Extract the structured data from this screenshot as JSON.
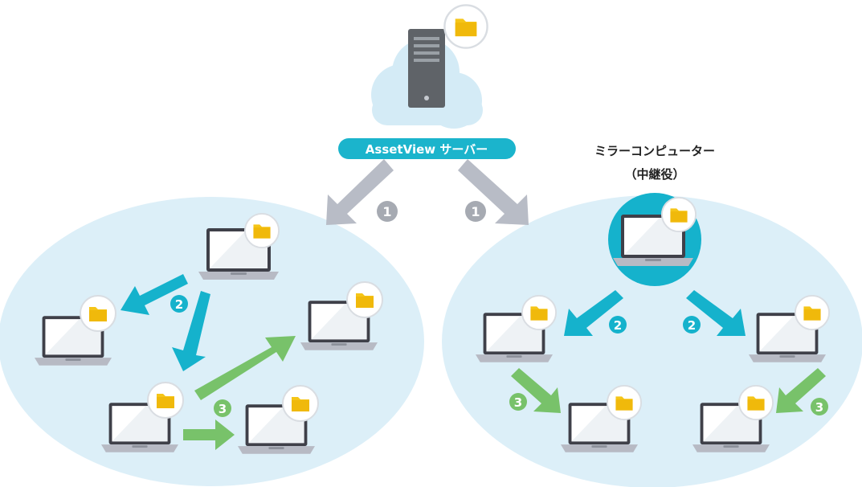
{
  "server": {
    "label": "AssetView サーバー"
  },
  "mirror": {
    "title_line1": "ミラーコンピューター",
    "title_line2": "（中継役）"
  },
  "steps": {
    "one": "1",
    "two": "2",
    "three": "3"
  },
  "colors": {
    "cloud": "#d4ebf6",
    "group_bg": "#dceff8",
    "server_body": "#5f6368",
    "label_bg": "#1bb4cc",
    "arrow_gray": "#b8bcc6",
    "arrow_teal": "#15b2cc",
    "arrow_green": "#78c26a",
    "step_gray": "#a6aab2",
    "folder": "#f5c518",
    "laptop_frame": "#3f4049",
    "laptop_base": "#b7bac4"
  },
  "icons": [
    "server-icon",
    "cloud-icon",
    "folder-icon",
    "laptop-icon",
    "arrow-icon"
  ]
}
